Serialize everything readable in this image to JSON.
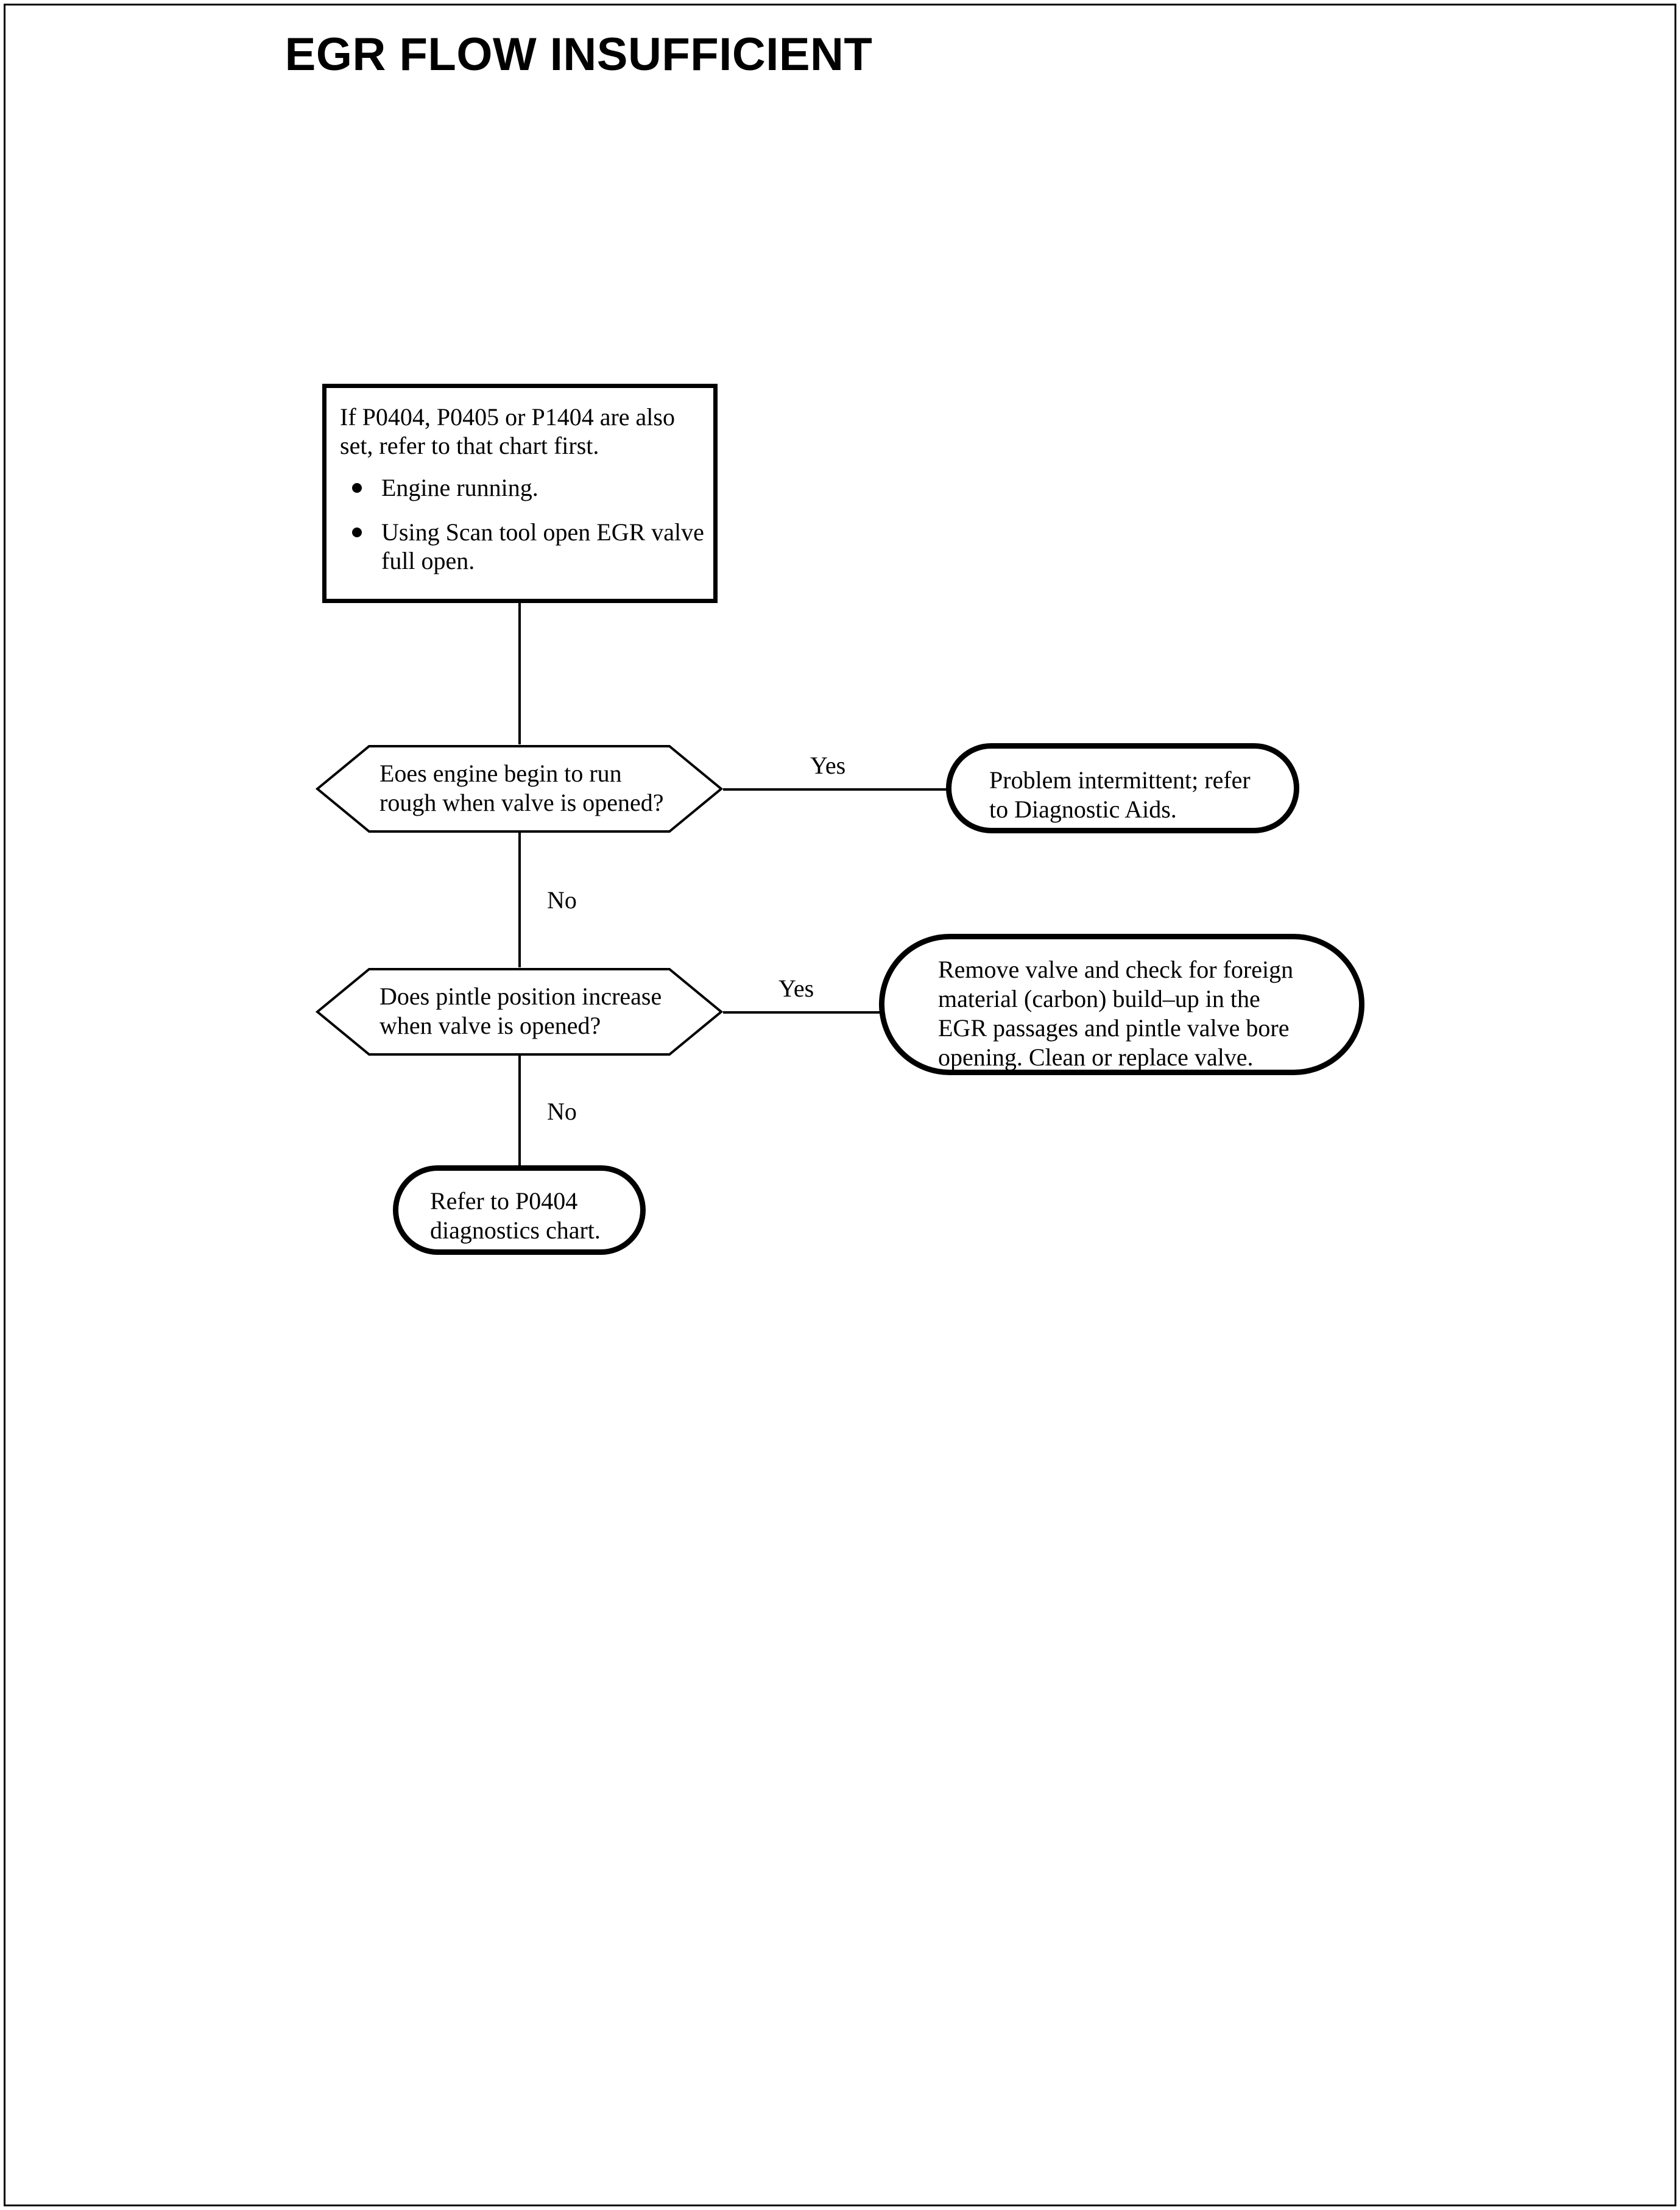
{
  "document": {
    "title": "EGR FLOW INSUFFICIENT"
  },
  "flowchart": {
    "type": "diagnostic-flowchart",
    "nodes": {
      "prelim_box": {
        "shape": "rectangle",
        "heading": "If P0404, P0405 or P1404 are also set, refer to that chart first.",
        "bullets": [
          "Engine running.",
          "Using Scan tool open EGR valve full open."
        ]
      },
      "decision_rough": {
        "shape": "hexagon",
        "text": "Eoes engine begin to run\nrough when valve is opened?"
      },
      "decision_pintle": {
        "shape": "hexagon",
        "text": "Does pintle position increase\nwhen valve is opened?"
      },
      "term_intermittent": {
        "shape": "terminator",
        "text": "Problem intermittent; refer\nto Diagnostic Aids."
      },
      "term_remove_valve": {
        "shape": "terminator",
        "text": "Remove valve and check for foreign\nmaterial (carbon) build–up in the\nEGR passages and pintle valve bore\nopening. Clean or replace valve."
      },
      "term_refer_p0404": {
        "shape": "terminator",
        "text": "Refer to P0404\ndiagnostics chart."
      }
    },
    "edges": {
      "rough_yes": "Yes",
      "rough_no": "No",
      "pintle_yes": "Yes",
      "pintle_no": "No"
    },
    "colors": {
      "ink": "#000000",
      "paper": "#ffffff"
    }
  }
}
